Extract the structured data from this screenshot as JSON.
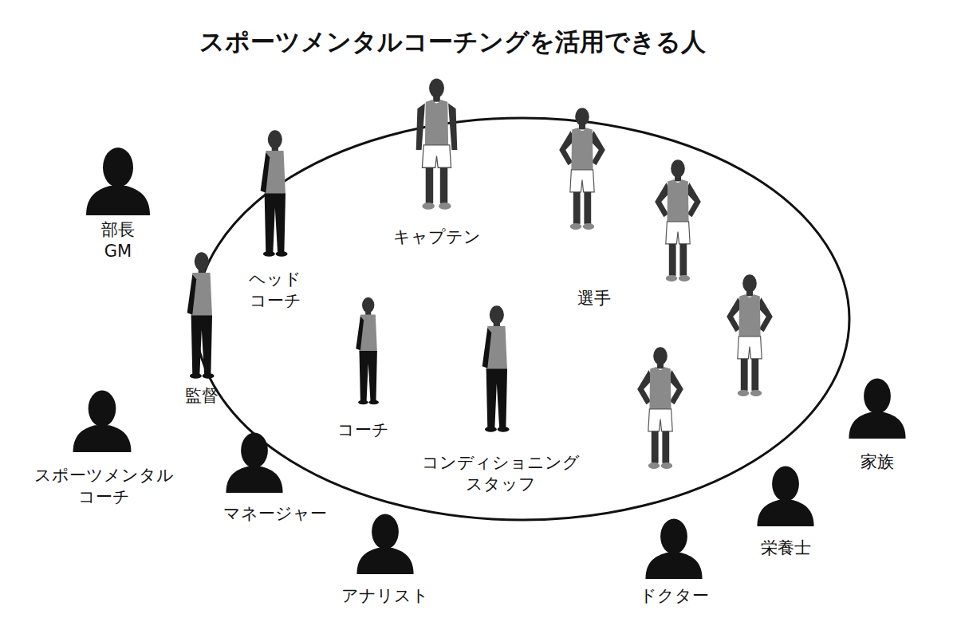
{
  "diagram": {
    "title": "スポーツメンタルコーチングを活用できる人",
    "labels": [
      "キャプテン",
      "選手",
      "ヘッド コーチ",
      "監督",
      "コーチ",
      "コンディショニング スタッフ",
      "部長 GM",
      "スポーツメンタル コーチ",
      "マネージャー",
      "アナリスト",
      "ドクター",
      "栄養士",
      "家族"
    ]
  }
}
